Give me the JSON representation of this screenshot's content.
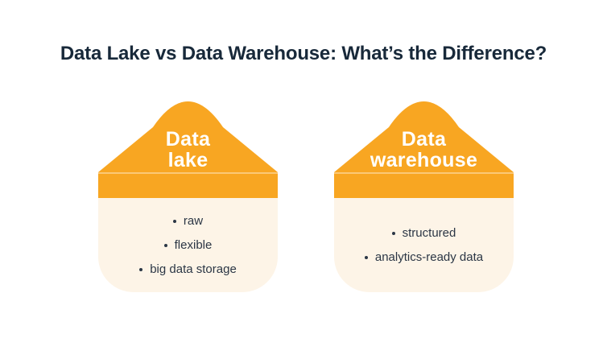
{
  "title": "Data Lake vs Data Warehouse: What’s the Difference?",
  "colors": {
    "page_bg": "#FFFFFF",
    "orange": "#F8A622",
    "cream": "#FDF4E7",
    "navy": "#18293A",
    "text": "#2B3645",
    "label_text": "#FFFFFF"
  },
  "cards": [
    {
      "id": "data-lake",
      "label_line1": "Data",
      "label_line2": "lake",
      "bullets": [
        "raw",
        "flexible",
        "big data storage"
      ]
    },
    {
      "id": "data-warehouse",
      "label_line1": "Data",
      "label_line2": "warehouse",
      "bullets": [
        "structured",
        "analytics-ready data"
      ]
    }
  ]
}
